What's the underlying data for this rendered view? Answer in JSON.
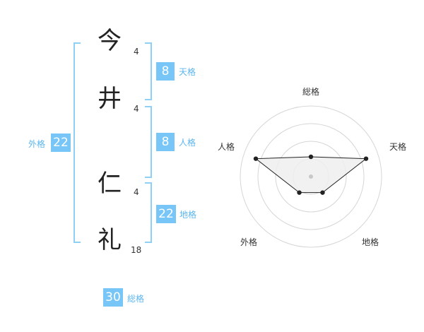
{
  "name_chars": [
    {
      "char": "今",
      "strokes": "4"
    },
    {
      "char": "井",
      "strokes": "4"
    },
    {
      "char": "仁",
      "strokes": "4"
    },
    {
      "char": "礼",
      "strokes": "18"
    }
  ],
  "fortunes": {
    "tenkaku": {
      "value": "8",
      "label": "天格"
    },
    "jinkaku": {
      "value": "8",
      "label": "人格"
    },
    "chikaku": {
      "value": "22",
      "label": "地格"
    },
    "gaikaku": {
      "value": "22",
      "label": "外格"
    },
    "soukaku": {
      "value": "30",
      "label": "総格"
    }
  },
  "chart_data": {
    "type": "radar",
    "axes": [
      "総格",
      "天格",
      "地格",
      "外格",
      "人格"
    ],
    "values": [
      0.28,
      0.82,
      0.28,
      0.28,
      0.82
    ],
    "max": 1,
    "rings": 4,
    "colors": {
      "line": "#222222",
      "fill": "#efefef",
      "grid": "#d6d6d6"
    }
  },
  "colors": {
    "accent": "#77c6f7",
    "bracket": "#8fd0f6",
    "label": "#5cb6ee"
  }
}
